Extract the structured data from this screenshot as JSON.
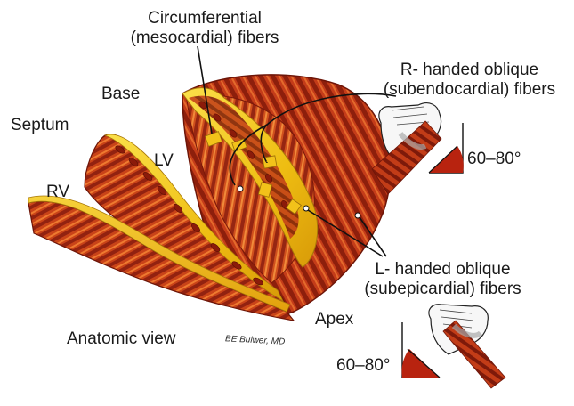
{
  "labels": {
    "circumferential_line1": "Circumferential",
    "circumferential_line2": "(mesocardial) fibers",
    "r_handed_line1": "R- handed oblique",
    "r_handed_line2": "(subendocardial) fibers",
    "base": "Base",
    "septum": "Septum",
    "lv": "LV",
    "rv": "RV",
    "angle_top": "60–80°",
    "l_handed_line1": "L- handed oblique",
    "l_handed_line2": "(subepicardial) fibers",
    "apex": "Apex",
    "anatomic_view": "Anatomic view",
    "credit": "BE Bulwer, MD",
    "angle_bottom": "60–80°"
  },
  "colors": {
    "myocardium_dark": "#8a1d0c",
    "myocardium_mid": "#c2401c",
    "myocardium_light": "#e8742e",
    "endocardium_yellow": "#f2cc18",
    "angle_red": "#b8230f",
    "skin_gray": "#b9b9b9"
  },
  "icons": [
    "right-hand-icon",
    "left-hand-icon"
  ]
}
